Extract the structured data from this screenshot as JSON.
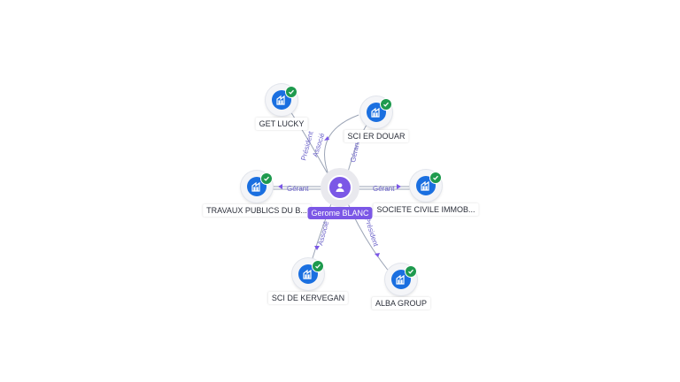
{
  "center": {
    "name": "Gerome BLANC",
    "icon": "person-icon"
  },
  "companies": [
    {
      "name": "GET LUCKY",
      "icon": "building-icon",
      "verified": true
    },
    {
      "name": "SCI ER DOUAR",
      "icon": "building-icon",
      "verified": true
    },
    {
      "name": "TRAVAUX PUBLICS DU B...",
      "icon": "building-icon",
      "verified": true
    },
    {
      "name": "SOCIETE CIVILE IMMOB...",
      "icon": "building-icon",
      "verified": true
    },
    {
      "name": "SCI DE KERVEGAN",
      "icon": "building-icon",
      "verified": true
    },
    {
      "name": "ALBA GROUP",
      "icon": "building-icon",
      "verified": true
    }
  ],
  "relations": [
    {
      "from": "Gerome BLANC",
      "to": "GET LUCKY",
      "label": "Président"
    },
    {
      "from": "Gerome BLANC",
      "to": "SCI ER DOUAR",
      "label": "Gérant"
    },
    {
      "from": "Gerome BLANC",
      "to": "SCI ER DOUAR",
      "label": "Associé"
    },
    {
      "from": "Gerome BLANC",
      "to": "TRAVAUX PUBLICS DU B...",
      "label": "Gérant"
    },
    {
      "from": "Gerome BLANC",
      "to": "SOCIETE CIVILE IMMOB...",
      "label": "Gérant"
    },
    {
      "from": "Gerome BLANC",
      "to": "SCI DE KERVEGAN",
      "label": "Associé"
    },
    {
      "from": "Gerome BLANC",
      "to": "ALBA GROUP",
      "label": "Président"
    }
  ],
  "colors": {
    "person": "#7b57e6",
    "company": "#1a6fe0",
    "verified": "#1e9a4e",
    "edge": "#9aa3b5",
    "edge_label": "#6c63c9"
  }
}
